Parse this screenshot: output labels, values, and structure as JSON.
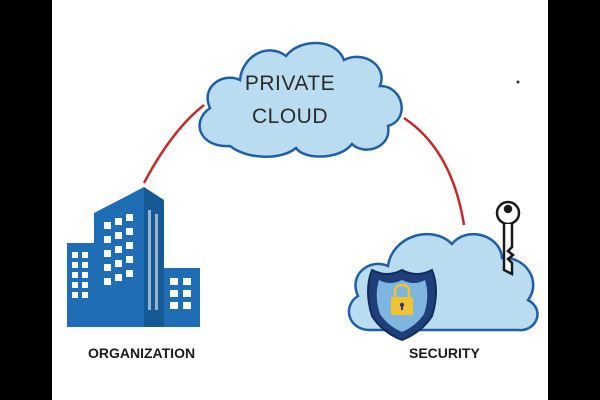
{
  "cloud": {
    "title_line1": "PRIVATE",
    "title_line2": "CLOUD"
  },
  "labels": {
    "organization": "ORGANIZATION",
    "security": "SECURITY"
  },
  "icons": {
    "cloud": "cloud-icon",
    "building": "office-building-icon",
    "shield": "shield-lock-icon",
    "key": "key-icon",
    "small_cloud": "security-cloud-icon"
  },
  "colors": {
    "cloud_fill": "#b9dcf0",
    "cloud_stroke": "#1f5fa8",
    "building": "#1f6eb5",
    "connector": "#c62828",
    "shield": "#1f3f7a",
    "lock": "#f2c230"
  }
}
